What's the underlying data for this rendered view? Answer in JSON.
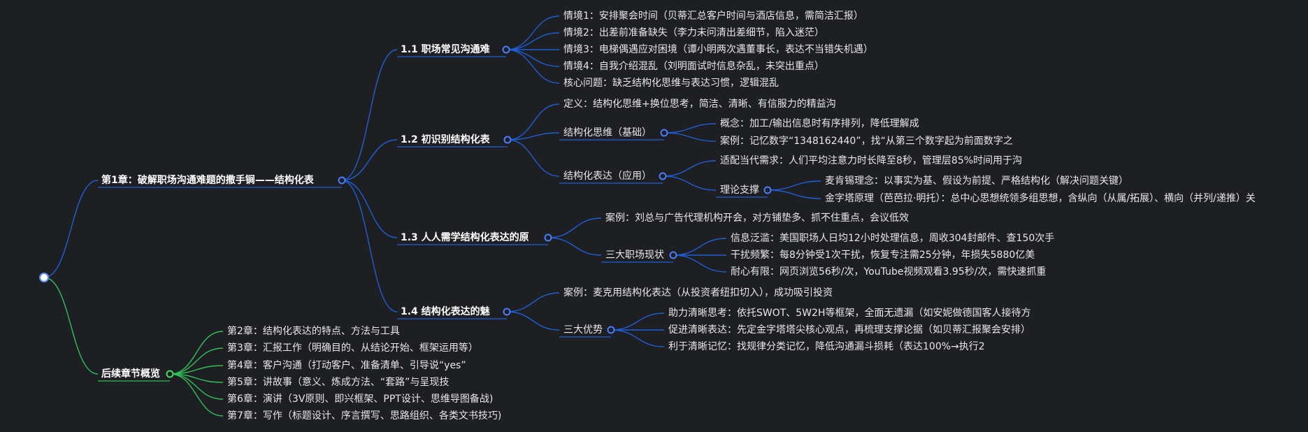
{
  "colors": {
    "blue": "#1f5fd6",
    "green": "#2fbf5a",
    "background": "#1e1f22"
  },
  "root": {
    "label": ""
  },
  "chapter1": {
    "label": "第1章：破解职场沟通难题的撒手锏——结构化表",
    "sec1": {
      "label": "1.1 职场常见沟通难",
      "items": [
        "情境1：安排聚会时间（贝蒂汇总客户时间与酒店信息，需简洁汇报）",
        "情境2：出差前准备缺失（李力未问清出差细节，陷入迷茫）",
        "情境3：电梯偶遇应对困境（谭小明两次遇董事长，表达不当错失机遇）",
        "情境4：自我介绍混乱（刘明面试时信息杂乱，未突出重点）",
        "核心问题：缺乏结构化思维与表达习惯，逻辑混乱"
      ]
    },
    "sec2": {
      "label": "1.2 初识别结构化表",
      "definition": "定义：结构化思维+换位思考，简洁、清晰、有信服力的精益沟",
      "thinking": {
        "label": "结构化思维（基础）",
        "items": [
          "概念：加工/输出信息时有序排列，降低理解成",
          "案例：记忆数字“1348162440”，找“从第三个数字起为前面数字之"
        ]
      },
      "expression": {
        "label": "结构化表达（应用）",
        "need": "适配当代需求：人们平均注意力时长降至8秒，管理层85%时间用于沟",
        "theory": {
          "label": "理论支撑",
          "items": [
            "麦肯锡理念：以事实为基、假设为前提、严格结构化（解决问题关键）",
            "金字塔原理（芭芭拉·明托）：总中心思想统领多组思想，含纵向（从属/拓展）、横向（并列/递推）关"
          ]
        }
      }
    },
    "sec3": {
      "label": "1.3 人人需学结构化表达的原",
      "case": "案例：刘总与广告代理机构开会，对方铺垫多、抓不住重点，会议低效",
      "status": {
        "label": "三大职场现状",
        "items": [
          "信息泛滥：美国职场人日均12小时处理信息，周收304封邮件、查150次手",
          "干扰频繁：每8分钟受1次干扰，恢复专注需25分钟，年损失5880亿美",
          "耐心有限：网页浏览56秒/次，YouTube视频观看3.95秒/次，需快速抓重"
        ]
      }
    },
    "sec4": {
      "label": "1.4 结构化表达的魅",
      "case": "案例：麦克用结构化表达（从投资者纽扣切入），成功吸引投资",
      "advantages": {
        "label": "三大优势",
        "items": [
          "助力清晰思考：依托SWOT、5W2H等框架，全面无遗漏（如安妮做德国客人接待方",
          "促进清晰表达：先定金字塔塔尖核心观点，再梳理支撑论据（如贝蒂汇报聚会安排）",
          "利于清晰记忆：找规律分类记忆，降低沟通漏斗损耗（表达100%→执行2"
        ]
      }
    }
  },
  "later": {
    "label": "后续章节概览",
    "items": [
      "第2章：结构化表达的特点、方法与工具",
      "第3章：汇报工作（明确目的、从结论开始、框架运用等）",
      "第4章：客户沟通（打动客户、准备清单、引导说“yes”",
      "第5章：讲故事（意义、炼成方法、“套路”与呈现技",
      "第6章：演讲（3V原则、即兴框架、PPT设计、思维导图备战)",
      "第7章：写作（标题设计、序言撰写、思路组织、各类文书技巧)"
    ]
  }
}
